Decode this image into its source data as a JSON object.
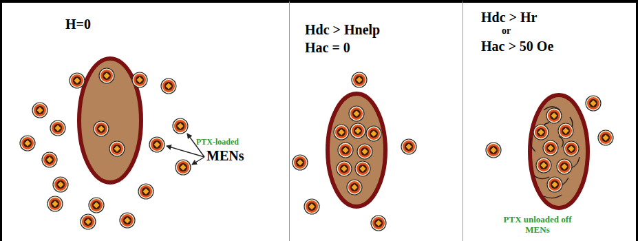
{
  "diagram": {
    "nodes": [
      {
        "text": [
          "H=0",
          "PTX-loaded",
          "MENs"
        ]
      },
      {
        "text": [
          "Hdc > Hnelp",
          "Hac = 0"
        ]
      },
      {
        "text": [
          "Hdc > Hr",
          "or",
          "Hac > 50 Oe",
          "PTX unloaded off MENs"
        ]
      }
    ]
  }
}
